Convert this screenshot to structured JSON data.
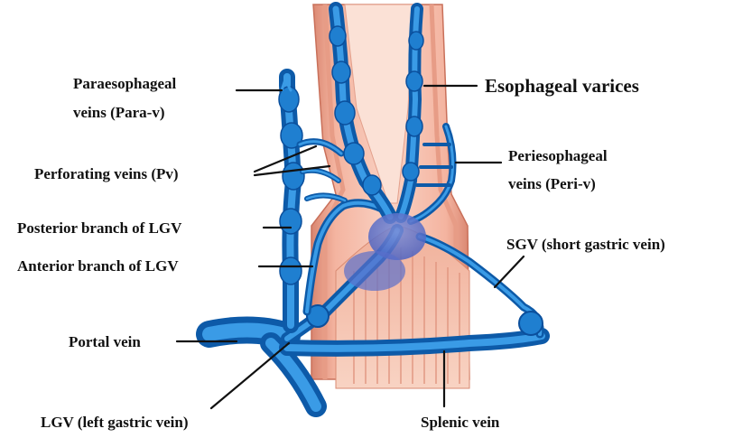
{
  "labels": {
    "paraesophageal_1": "Paraesophageal",
    "paraesophageal_2": "veins  (Para-v)",
    "esophageal_varices": "Esophageal varices",
    "perforating": "Perforating veins (Pv)",
    "periesophageal_1": "Periesophageal",
    "periesophageal_2": "veins  (Peri-v)",
    "posterior_lgv": "Posterior branch of LGV",
    "anterior_lgv": "Anterior branch of LGV",
    "sgv": "SGV (short gastric vein)",
    "portal": "Portal vein",
    "lgv": "LGV (left gastric vein)",
    "splenic": "Splenic vein"
  },
  "colors": {
    "vein": "#1f7fd0",
    "vein_dark": "#0b4f9c",
    "vein_light": "#6fb7ee",
    "esophagus_wall": "#e8a08a",
    "esophagus_lumen": "#f6cbb9",
    "stomach_tissue": "#f2b7a2",
    "label": "#111111"
  }
}
